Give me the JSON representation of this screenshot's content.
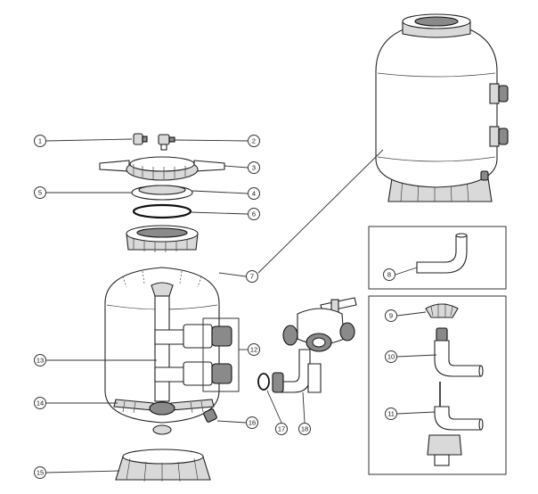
{
  "callouts": {
    "c1": "1",
    "c2": "2",
    "c3": "3",
    "c4": "4",
    "c5": "5",
    "c6": "6",
    "c7": "7",
    "c8": "8",
    "c9": "9",
    "c10": "10",
    "c11": "11",
    "c12": "12",
    "c13": "13",
    "c14": "14",
    "c15": "15",
    "c16": "16",
    "c17": "17",
    "c18": "18"
  }
}
